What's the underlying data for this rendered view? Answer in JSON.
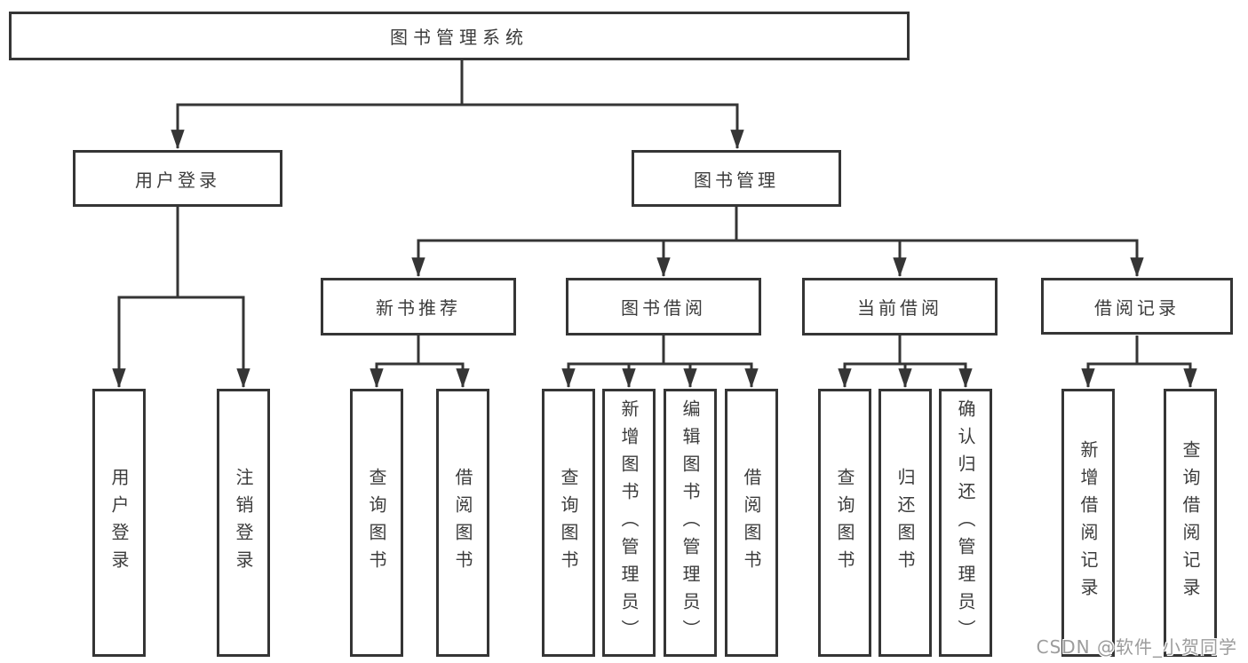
{
  "diagram": {
    "root": {
      "label": "图书管理系统"
    },
    "branches": [
      {
        "label": "用户登录",
        "children": [
          {
            "label": "用户登录"
          },
          {
            "label": "注销登录"
          }
        ]
      },
      {
        "label": "图书管理",
        "children": [
          {
            "label": "新书推荐",
            "children": [
              {
                "label": "查询图书"
              },
              {
                "label": "借阅图书"
              }
            ]
          },
          {
            "label": "图书借阅",
            "children": [
              {
                "label": "查询图书"
              },
              {
                "label": "新增图书（管理员）"
              },
              {
                "label": "编辑图书（管理员）"
              },
              {
                "label": "借阅图书"
              }
            ]
          },
          {
            "label": "当前借阅",
            "children": [
              {
                "label": "查询图书"
              },
              {
                "label": "归还图书"
              },
              {
                "label": "确认归还（管理员）"
              }
            ]
          },
          {
            "label": "借阅记录",
            "children": [
              {
                "label": "新增借阅记录"
              },
              {
                "label": "查询借阅记录"
              }
            ]
          }
        ]
      }
    ]
  },
  "watermark": {
    "text": "CSDN @软件_小贺同学"
  },
  "colors": {
    "line": "#353535",
    "text": "#3c3c3c",
    "watermark": "#9c9c9c",
    "background": "#ffffff"
  }
}
